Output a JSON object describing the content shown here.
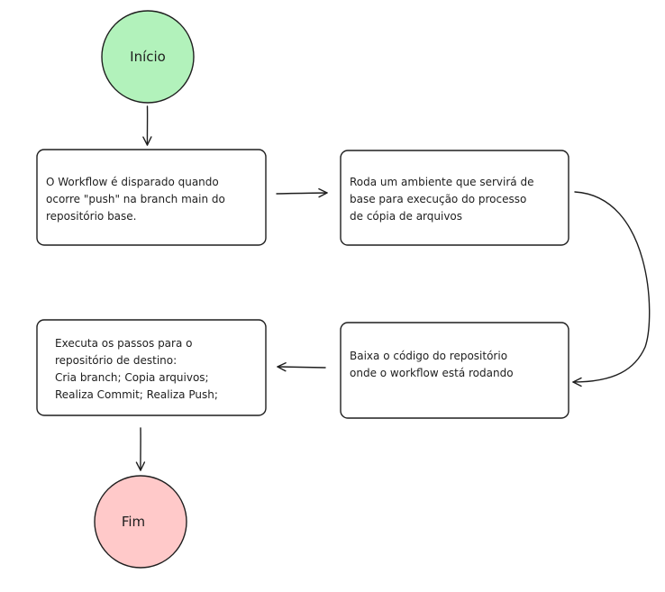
{
  "diagram": {
    "type": "flowchart",
    "colors": {
      "start_fill": "#b2f2bb",
      "end_fill": "#ffc9c9",
      "box_fill": "#ffffff",
      "stroke": "#1e1e1e"
    },
    "start": {
      "label": "Início"
    },
    "end": {
      "label": "Fim"
    },
    "steps": [
      {
        "id": "step-1",
        "lines": [
          "O Workflow é disparado quando",
          "ocorre \"push\" na branch main do",
          "repositório base."
        ]
      },
      {
        "id": "step-2",
        "lines": [
          "Roda um ambiente que servirá de",
          "base para execução do processo",
          "de cópia de arquivos"
        ]
      },
      {
        "id": "step-3",
        "lines": [
          "Baixa o código do repositório",
          "onde o workflow está rodando"
        ]
      },
      {
        "id": "step-4",
        "lines": [
          "Executa os passos para o",
          "repositório de destino:",
          "Cria branch; Copia arquivos;",
          "Realiza Commit; Realiza Push;"
        ]
      }
    ],
    "connections": [
      {
        "from": "start",
        "to": "step-1"
      },
      {
        "from": "step-1",
        "to": "step-2"
      },
      {
        "from": "step-2",
        "to": "step-3"
      },
      {
        "from": "step-3",
        "to": "step-4"
      },
      {
        "from": "step-4",
        "to": "end"
      }
    ]
  }
}
